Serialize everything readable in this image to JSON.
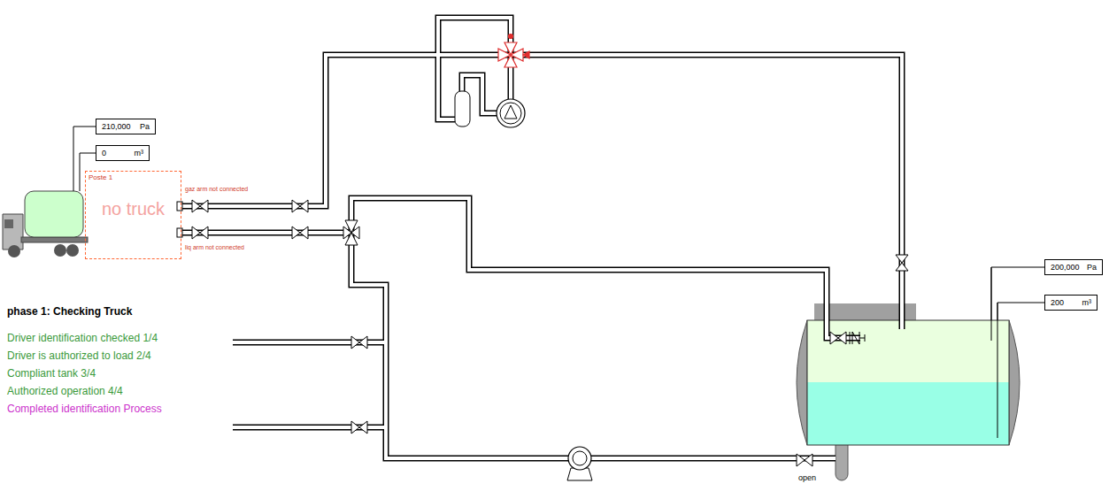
{
  "diagram": {
    "nodes": [
      {
        "text": [
          "210,000",
          "Pa"
        ]
      },
      {
        "text": [
          "0",
          "m³"
        ]
      },
      {
        "text": [
          "Poste 1",
          "no truck"
        ]
      },
      {
        "text": [
          "200,000",
          "Pa"
        ]
      },
      {
        "text": [
          "200",
          "m³"
        ]
      }
    ],
    "labels": [
      "gaz arm not connected",
      "liq arm not connected",
      "phase 1: Checking Truck",
      "Driver identification checked 1/4",
      "Driver is authorized to load 2/4",
      "Compliant tank 3/4",
      "Authorized operation 4/4",
      "Completed identification Process",
      "open"
    ]
  }
}
